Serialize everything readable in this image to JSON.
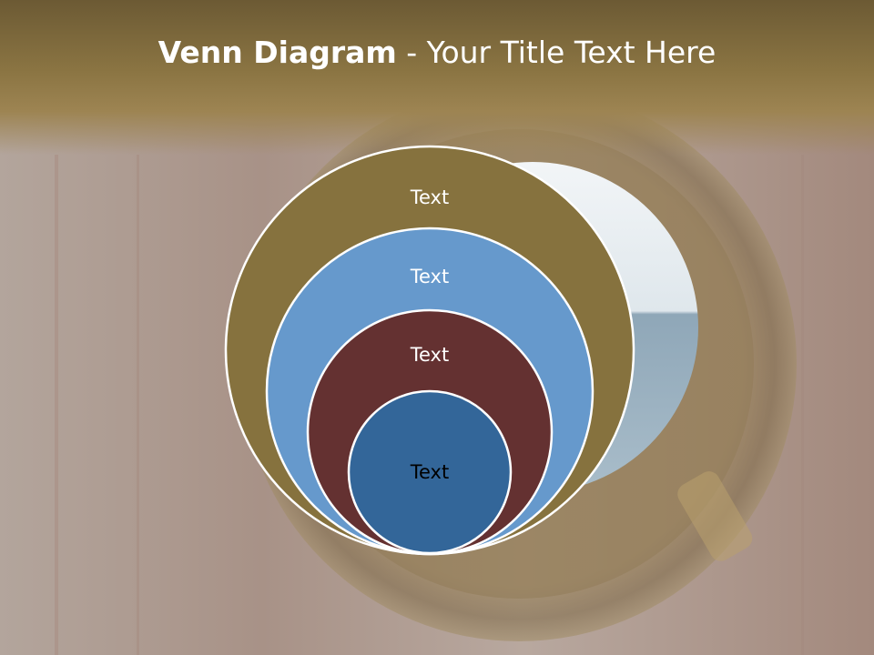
{
  "slide": {
    "title_bold": "Venn Diagram",
    "title_separator": " - ",
    "title_rest": "Your Title Text Here"
  },
  "diagram": {
    "type": "nested-venn",
    "circles": [
      {
        "label": "Text",
        "fill": "#86723e",
        "text_color": "#ffffff"
      },
      {
        "label": "Text",
        "fill": "#6699cc",
        "text_color": "#ffffff"
      },
      {
        "label": "Text",
        "fill": "#643131",
        "text_color": "#ffffff"
      },
      {
        "label": "Text",
        "fill": "#336699",
        "text_color": "#000000"
      }
    ],
    "outline_color": "#ffffff"
  },
  "colors": {
    "title_band": "#8a7442",
    "porthole_brass": "#8d7444",
    "sea": "#9fb6c6",
    "sky": "#e6edf1"
  }
}
